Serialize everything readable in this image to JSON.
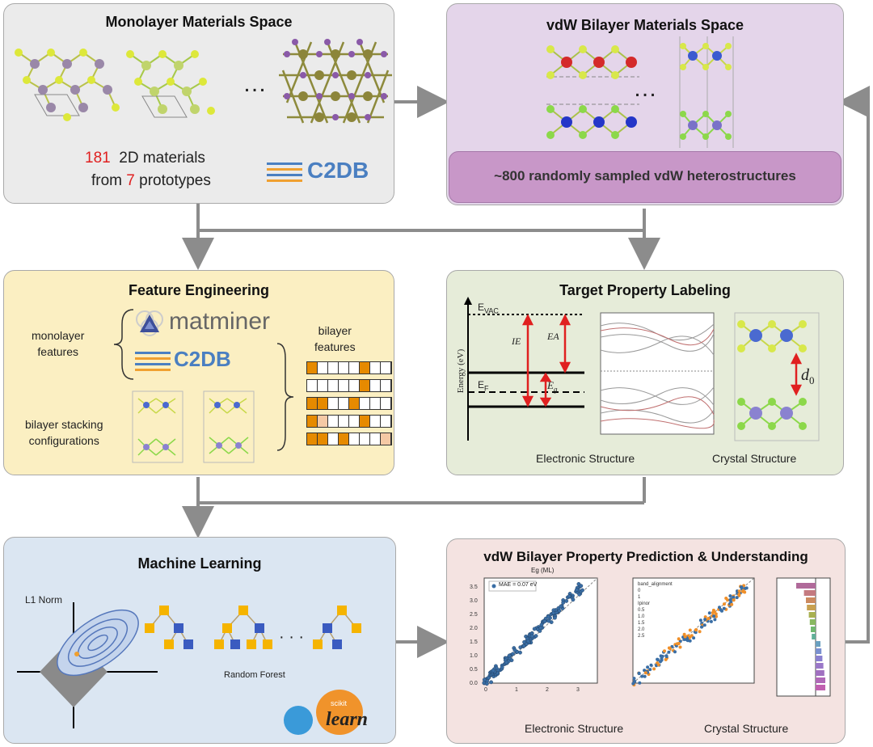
{
  "colors": {
    "highlight": "#e02020",
    "c2db_blue": "#4a7fc1",
    "c2db_orange": "#f0a030",
    "arrow": "#8c8c8c",
    "strip_orange": "#e68a00",
    "strip_pale": "#f5c9a5"
  },
  "monolayer": {
    "title": "Monolayer Materials Space",
    "ellipsis": "…",
    "count_line": {
      "number": "181",
      "text": "2D materials"
    },
    "proto_line": {
      "prefix": "from",
      "number": "7",
      "suffix": "prototypes"
    },
    "c2db": "C2DB"
  },
  "bilayer": {
    "title": "vdW Bilayer Materials Space",
    "ellipsis": "…",
    "banner": "~800 randomly sampled vdW heterostructures"
  },
  "features": {
    "title": "Feature Engineering",
    "monolayer_label": [
      "monolayer",
      "features"
    ],
    "matminer": "matminer",
    "c2db": "C2DB",
    "bilayer_label": [
      "bilayer",
      "features"
    ],
    "stacking_label": [
      "bilayer stacking",
      "configurations"
    ],
    "strip_rows": [
      [
        "o",
        "w",
        "w",
        "w",
        "w",
        "o",
        "w",
        "w"
      ],
      [
        "w",
        "w",
        "w",
        "w",
        "w",
        "o",
        "w",
        "w"
      ],
      [
        "o",
        "o",
        "w",
        "w",
        "o",
        "w",
        "w",
        "w"
      ],
      [
        "o",
        "p",
        "w",
        "w",
        "w",
        "o",
        "w",
        "w"
      ],
      [
        "o",
        "o",
        "w",
        "o",
        "w",
        "w",
        "w",
        "p"
      ]
    ]
  },
  "target": {
    "title": "Target Property Labeling",
    "evac": "E",
    "evac_sub": "VAC",
    "ef": "E",
    "ef_sub": "F",
    "ie": "IE",
    "ea": "EA",
    "eg": "E",
    "eg_sub": "g",
    "energy_axis": "Energy (eV)",
    "d0": "d",
    "d0_sub": "0",
    "caption_left": "Electronic Structure",
    "caption_right": "Crystal Structure"
  },
  "ml": {
    "title": "Machine Learning",
    "l1": "L1 Norm",
    "dots": "· · ·",
    "rf": "Random Forest",
    "sk_small": "scikit",
    "sk_big": "learn"
  },
  "prediction": {
    "title": "vdW Bilayer Property Prediction & Understanding",
    "plot1_title": "Eg (ML)",
    "plot1_legend": "MAE = 0.07 eV",
    "plot1_yticks": [
      "0.0",
      "0.5",
      "1.0",
      "1.5",
      "2.0",
      "2.5",
      "3.0",
      "3.5"
    ],
    "plot1_xticks": [
      "0",
      "1",
      "2",
      "3"
    ],
    "plot2_legend": [
      "band_alignment",
      "0",
      "1",
      "Ipinor",
      "0.5",
      "1.0",
      "1.5",
      "2.0",
      "2.5"
    ],
    "caption_left": "Electronic Structure",
    "caption_right": "Crystal Structure"
  }
}
